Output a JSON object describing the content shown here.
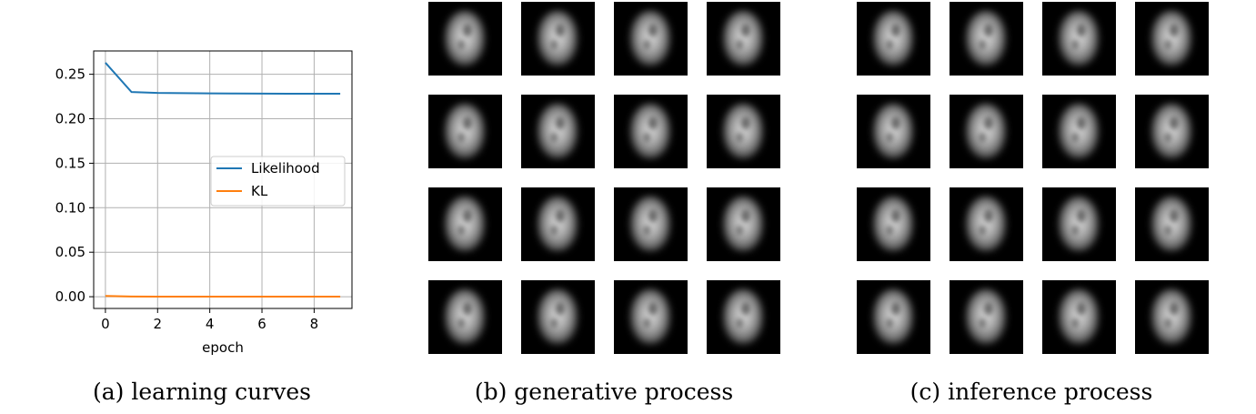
{
  "chart_data": {
    "type": "line",
    "title": "",
    "xlabel": "epoch",
    "ylabel": "",
    "xlim": [
      -0.45,
      9.45
    ],
    "ylim": [
      -0.0132,
      0.2762
    ],
    "xticks": [
      0,
      2,
      4,
      6,
      8
    ],
    "yticks": [
      0.0,
      0.05,
      0.1,
      0.15,
      0.2,
      0.25
    ],
    "xtick_labels": [
      "0",
      "2",
      "4",
      "6",
      "8"
    ],
    "ytick_labels": [
      "0.00",
      "0.05",
      "0.10",
      "0.15",
      "0.20",
      "0.25"
    ],
    "x": [
      0,
      1,
      2,
      3,
      4,
      5,
      6,
      7,
      8,
      9
    ],
    "series": [
      {
        "name": "Likelihood",
        "color": "#1f77b4",
        "values": [
          0.263,
          0.23,
          0.229,
          0.2288,
          0.2285,
          0.2284,
          0.2283,
          0.2282,
          0.2282,
          0.2281
        ]
      },
      {
        "name": "KL",
        "color": "#ff7f0e",
        "values": [
          0.0008,
          0.0002,
          0.0001,
          0.0001,
          0.0001,
          0.0001,
          0.0001,
          0.0001,
          0.0001,
          0.0001
        ]
      }
    ],
    "grid": true,
    "legend_position": "center-right"
  },
  "captions": {
    "a": "(a) learning curves",
    "b": "(b) generative process",
    "c": "(c) inference process"
  },
  "image_grids": {
    "rows": 4,
    "cols": 4
  }
}
